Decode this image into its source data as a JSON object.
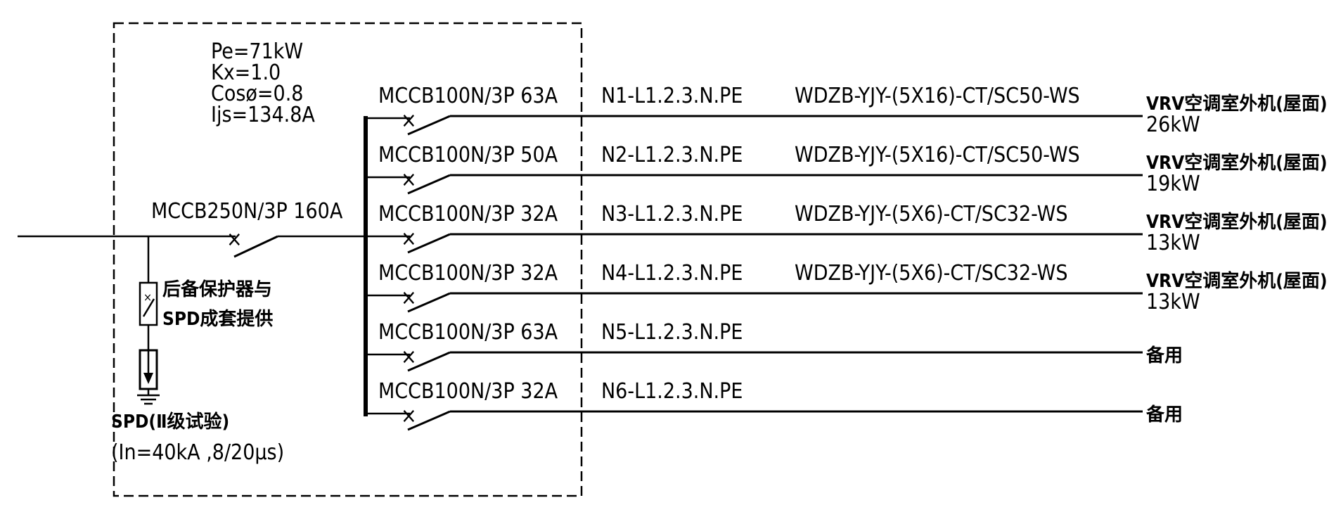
{
  "load_params": {
    "pe": "Pe=71kW",
    "kx": "Kx=1.0",
    "cos": "Cosø=0.8",
    "ijs": "Ijs=134.8A"
  },
  "main_breaker": "MCCB250N/3P 160A",
  "spd": {
    "backup_line1": "后备保护器与",
    "backup_line2": "SPD成套提供",
    "label_line1": "SPD(Ⅱ级试验)",
    "label_line2": "(In=40kA ,8/20μs)"
  },
  "circuits": [
    {
      "breaker": "MCCB100N/3P 63A",
      "circuit": "N1-L1.2.3.N.PE",
      "cable": "WDZB-YJY-(5X16)-CT/SC50-WS",
      "load": "VRV空调室外机(屋面)",
      "power": "26kW"
    },
    {
      "breaker": "MCCB100N/3P 50A",
      "circuit": "N2-L1.2.3.N.PE",
      "cable": "WDZB-YJY-(5X16)-CT/SC50-WS",
      "load": "VRV空调室外机(屋面)",
      "power": "19kW"
    },
    {
      "breaker": "MCCB100N/3P 32A",
      "circuit": "N3-L1.2.3.N.PE",
      "cable": "WDZB-YJY-(5X6)-CT/SC32-WS",
      "load": "VRV空调室外机(屋面)",
      "power": "13kW"
    },
    {
      "breaker": "MCCB100N/3P 32A",
      "circuit": "N4-L1.2.3.N.PE",
      "cable": "WDZB-YJY-(5X6)-CT/SC32-WS",
      "load": "VRV空调室外机(屋面)",
      "power": "13kW"
    },
    {
      "breaker": "MCCB100N/3P 63A",
      "circuit": "N5-L1.2.3.N.PE",
      "cable": "",
      "load": "备用",
      "power": ""
    },
    {
      "breaker": "MCCB100N/3P 32A",
      "circuit": "N6-L1.2.3.N.PE",
      "cable": "",
      "load": "备用",
      "power": ""
    }
  ]
}
